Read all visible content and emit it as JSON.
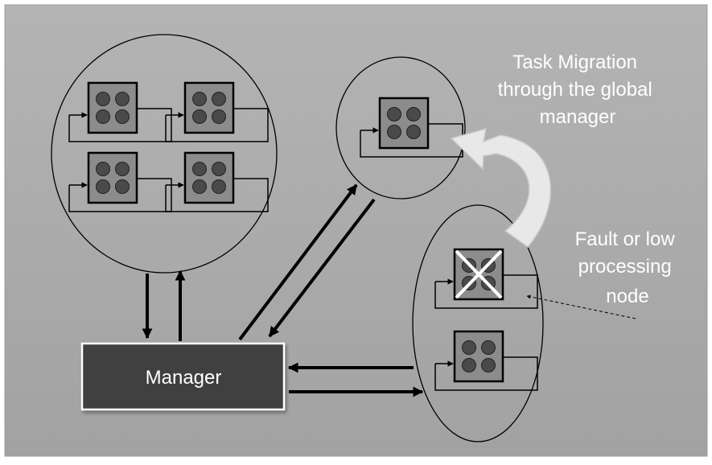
{
  "colors": {
    "background": "#a6a6a6",
    "stroke": "#000000",
    "chip_fill": "#8c8c8c",
    "dot_fill": "#4a4a4a",
    "manager_fill": "#3f3f3f",
    "manager_border": "#ffffff",
    "annotation_text": "#ffffff",
    "migration_arrow": "#e6e6e6"
  },
  "manager": {
    "label": "Manager"
  },
  "migration": {
    "lines": [
      "Task Migration",
      "through the global",
      "manager"
    ]
  },
  "fault": {
    "lines": [
      "Fault or low",
      "processing",
      "node"
    ]
  },
  "clusters": [
    {
      "name": "cluster-large",
      "node_count": 4
    },
    {
      "name": "cluster-top-right",
      "node_count": 1
    },
    {
      "name": "cluster-bottom-right",
      "node_count": 2,
      "faulty_node_index": 0
    }
  ]
}
